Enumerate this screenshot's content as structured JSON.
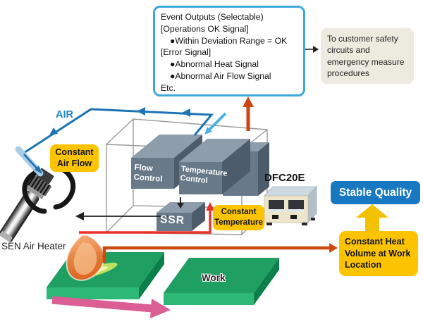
{
  "diagram": {
    "event_box": {
      "lines": [
        "Event Outputs (Selectable)",
        "[Operations OK Signal]",
        "●Within Deviation Range = OK",
        "[Error Signal]",
        "●Abnormal Heat Signal",
        "●Abnormal Air Flow Signal",
        "Etc."
      ]
    },
    "customer_note": "To customer safety circuits and emergency measure procedures",
    "air_label": "AIR",
    "constant_air_flow": "Constant\nAir Flow",
    "constant_temperature": "Constant\nTemperature",
    "constant_heat_volume": "Constant Heat\nVolume at Work\nLocation",
    "stable_quality": "Stable Quality",
    "sen_air_heater": "SEN Air Heater",
    "work": "Work",
    "device_name": "DFC20E",
    "blocks": {
      "flow": "Flow\nControl",
      "temperature": "Temperature\nControl",
      "ssr": "SSR"
    },
    "colors": {
      "highlight_yellow": "#fcc400",
      "stable_quality_blue": "#1878c2",
      "event_border_cyan": "#3ea9dc",
      "air_line_blue": "#1b74b4",
      "feedback_red": "#e8332a",
      "heat_line_orange": "#cc4a10",
      "conveyor_pink": "#db5e94",
      "work_green": "#1f9f61",
      "block_gray": "#68798a"
    }
  }
}
